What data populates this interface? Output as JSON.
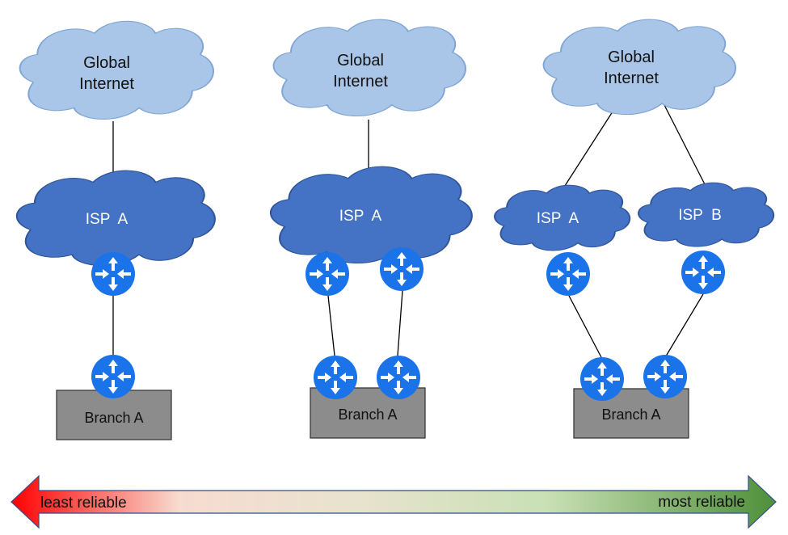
{
  "colors": {
    "global_cloud_fill": "#a9c6e8",
    "global_cloud_stroke": "#7fa5d4",
    "isp_cloud_fill": "#4472c4",
    "isp_cloud_stroke": "#2f5597",
    "router_fill": "#1a73e8",
    "branch_fill": "#8c8c8c",
    "branch_stroke": "#3a3a3a",
    "arrow_red": "#ff0000",
    "arrow_green": "#4e8f3a"
  },
  "icons": {
    "router": "router-icon",
    "cloud": "cloud-icon"
  },
  "scenarios": [
    {
      "global": {
        "line1": "Global",
        "line2": "Internet"
      },
      "isps": [
        {
          "label": "ISP  A"
        }
      ],
      "branch": {
        "label": "Branch A"
      }
    },
    {
      "global": {
        "line1": "Global",
        "line2": "Internet"
      },
      "isps": [
        {
          "label": "ISP  A"
        }
      ],
      "branch": {
        "label": "Branch A"
      }
    },
    {
      "global": {
        "line1": "Global",
        "line2": "Internet"
      },
      "isps": [
        {
          "label": "ISP  A"
        },
        {
          "label": "ISP  B"
        }
      ],
      "branch": {
        "label": "Branch A"
      }
    }
  ],
  "reliability_scale": {
    "left_label": "least reliable",
    "right_label": "most reliable"
  }
}
